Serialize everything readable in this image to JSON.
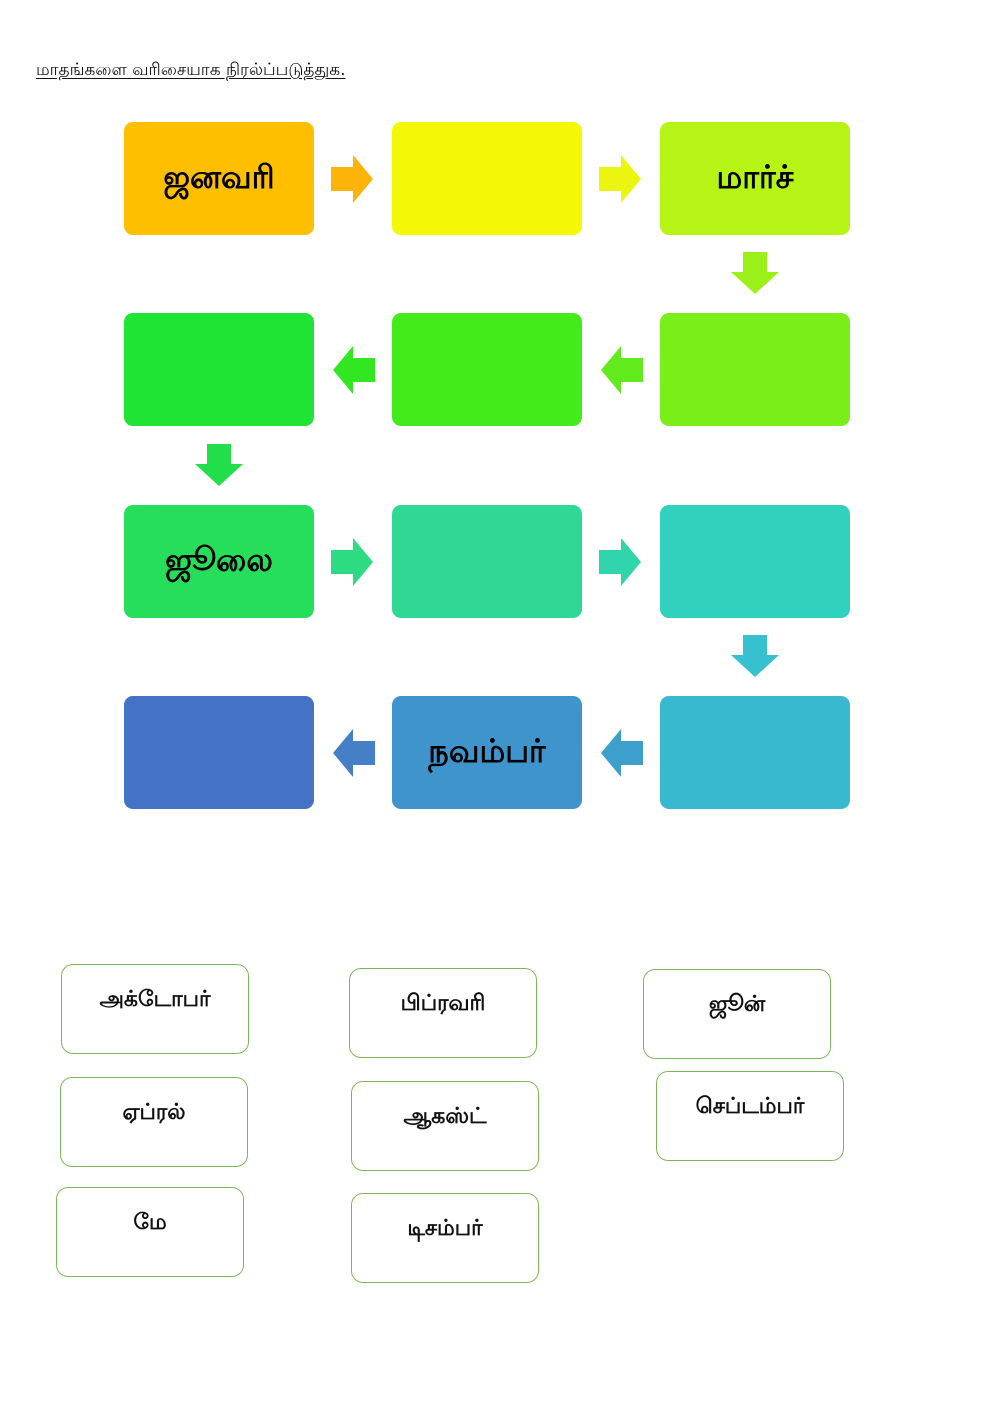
{
  "instruction": "மாதங்களை வரிசையாக நிரல்ப்படுத்துக.",
  "flow": {
    "boxes": [
      {
        "label": "ஜனவரி",
        "color": "#fdbf00"
      },
      {
        "label": "",
        "color": "#f4f806"
      },
      {
        "label": "மார்ச்",
        "color": "#b5f414"
      },
      {
        "label": "",
        "color": "#7aee18"
      },
      {
        "label": "",
        "color": "#44eb1c"
      },
      {
        "label": "",
        "color": "#1fe434"
      },
      {
        "label": "ஜூலை",
        "color": "#26de5a"
      },
      {
        "label": "",
        "color": "#2fd995"
      },
      {
        "label": "",
        "color": "#31d2bd"
      },
      {
        "label": "",
        "color": "#39b9cf"
      },
      {
        "label": "நவம்பர்",
        "color": "#3f94cb"
      },
      {
        "label": "",
        "color": "#4472c4"
      }
    ],
    "arrows": [
      {
        "dir": "right",
        "color": "#fdb40a"
      },
      {
        "dir": "right",
        "color": "#ecf510"
      },
      {
        "dir": "down",
        "color": "#9cf01a"
      },
      {
        "dir": "left",
        "color": "#62ea1c"
      },
      {
        "dir": "left",
        "color": "#33e622"
      },
      {
        "dir": "down",
        "color": "#22de4a"
      },
      {
        "dir": "right",
        "color": "#2ddc82"
      },
      {
        "dir": "right",
        "color": "#31d5ac"
      },
      {
        "dir": "down",
        "color": "#36c0d0"
      },
      {
        "dir": "left",
        "color": "#3c9fcc"
      },
      {
        "dir": "left",
        "color": "#4580c6"
      }
    ]
  },
  "cards": [
    {
      "label": "அக்டோபர்"
    },
    {
      "label": "ஏப்ரல்"
    },
    {
      "label": "மே"
    },
    {
      "label": "பிப்ரவரி"
    },
    {
      "label": "ஆகஸ்ட்"
    },
    {
      "label": "டிசம்பர்"
    },
    {
      "label": "ஜூன்"
    },
    {
      "label": "செப்டம்பர்"
    }
  ]
}
